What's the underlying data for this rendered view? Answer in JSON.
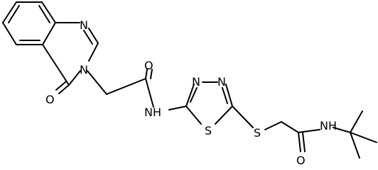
{
  "molecule": {
    "atom_labels": {
      "n_quinazoline_1": "N",
      "n_quinazoline_3": "N",
      "o_quinazolinone": "O",
      "o_amide_1": "O",
      "nh_amide_1": "NH",
      "n_thiadiazole_3": "N",
      "n_thiadiazole_4": "N",
      "s_thiadiazole": "S",
      "s_thioether": "S",
      "o_amide_2": "O",
      "nh_amide_2": "NH"
    },
    "colors": {
      "bond": "#000000",
      "text": "#000000",
      "background": "#ffffff"
    }
  }
}
